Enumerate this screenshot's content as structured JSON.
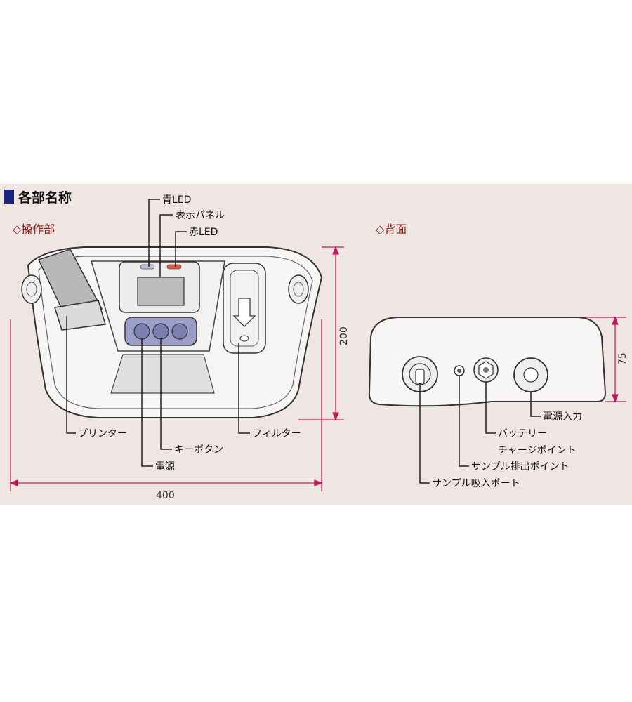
{
  "section_title": "各部名称",
  "front": {
    "heading": "◇操作部",
    "labels": {
      "blue_led": "青LED",
      "display_panel": "表示パネル",
      "red_led": "赤LED",
      "printer": "プリンター",
      "key_button": "キーボタン",
      "power": "電源",
      "filter": "フィルター"
    },
    "dim_width": "400",
    "dim_height": "200"
  },
  "back": {
    "heading": "◇背面",
    "labels": {
      "power_input": "電源入力",
      "battery_line1": "バッテリー",
      "battery_line2": "チャージポイント",
      "sample_exhaust": "サンプル排出ポイント",
      "sample_intake": "サンプル吸入ポート"
    },
    "dim_height": "75"
  },
  "colors": {
    "accent_square": "#1a237e",
    "heading_red": "#8a1a1a",
    "leader_line": "#222222",
    "dimension_line": "#c2185b",
    "key_panel": "#9b9ec9",
    "scan_background": "#efe6e3"
  },
  "icons": [
    "section-square-icon"
  ]
}
